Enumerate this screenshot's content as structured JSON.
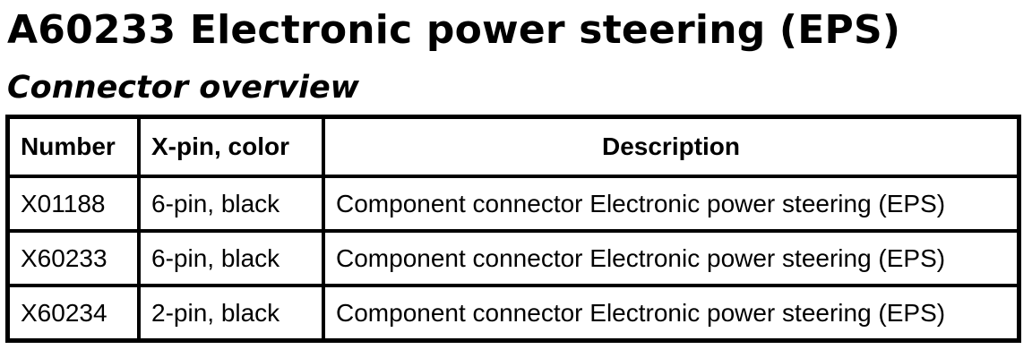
{
  "document": {
    "title": "A60233 Electronic power steering (EPS)",
    "subtitle": "Connector overview"
  },
  "table": {
    "headers": {
      "number": "Number",
      "xpin": "X-pin, color",
      "description": "Description"
    },
    "rows": [
      {
        "number": "X01188",
        "xpin": "6-pin, black",
        "description": "Component connector Electronic power steering (EPS)"
      },
      {
        "number": "X60233",
        "xpin": "6-pin, black",
        "description": "Component connector Electronic power steering (EPS)"
      },
      {
        "number": "X60234",
        "xpin": "2-pin, black",
        "description": "Component connector Electronic power steering (EPS)"
      }
    ]
  }
}
